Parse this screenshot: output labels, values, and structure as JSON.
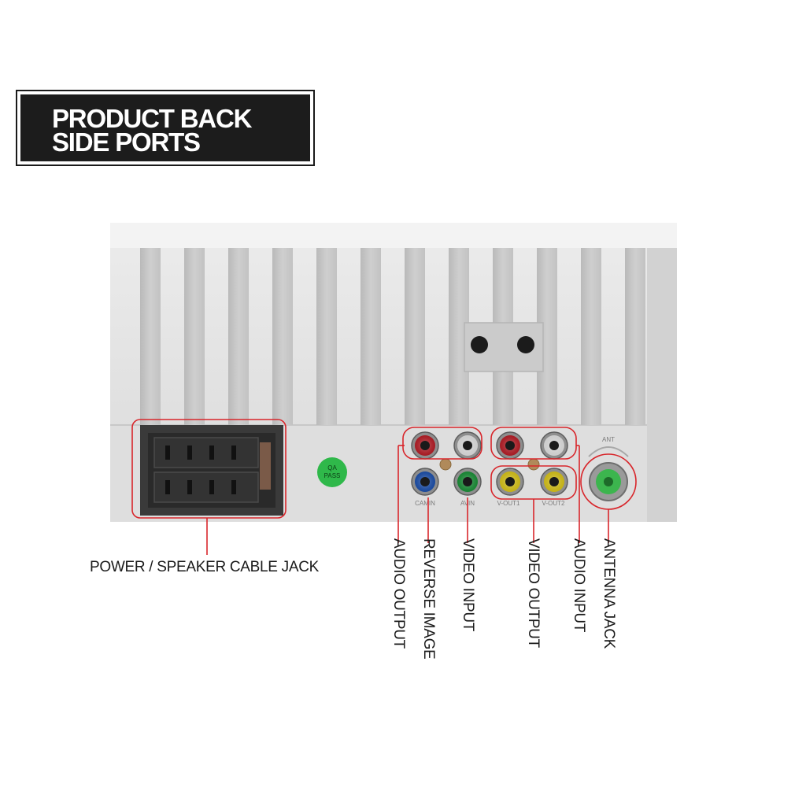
{
  "title": {
    "line1": "PRODUCT BACK",
    "line2": "SIDE PORTS"
  },
  "device": {
    "qa_sticker_line1": "QA",
    "qa_sticker_line2": "PASS",
    "antenna_port_label": "ANT",
    "port_labels": [
      "CAMIN",
      "AVIN",
      "V-OUT1",
      "V-OUT2"
    ]
  },
  "callouts": {
    "power_speaker": "POWER / SPEAKER CABLE JACK",
    "audio_output": "AUDIO OUTPUT",
    "reverse_image": "REVERSE IMAGE",
    "video_input": "VIDEO INPUT",
    "video_output": "VIDEO OUTPUT",
    "audio_input": "AUDIO INPUT",
    "antenna_jack": "ANTENNA JACK"
  },
  "colors": {
    "callout_line": "#d8262b",
    "rca_red": "#c4202a",
    "rca_white": "#f2f2f2",
    "rca_blue": "#1f56b8",
    "rca_green": "#1d9a3c",
    "rca_yellow": "#e8d21a",
    "qa_sticker": "#2fb84a"
  }
}
